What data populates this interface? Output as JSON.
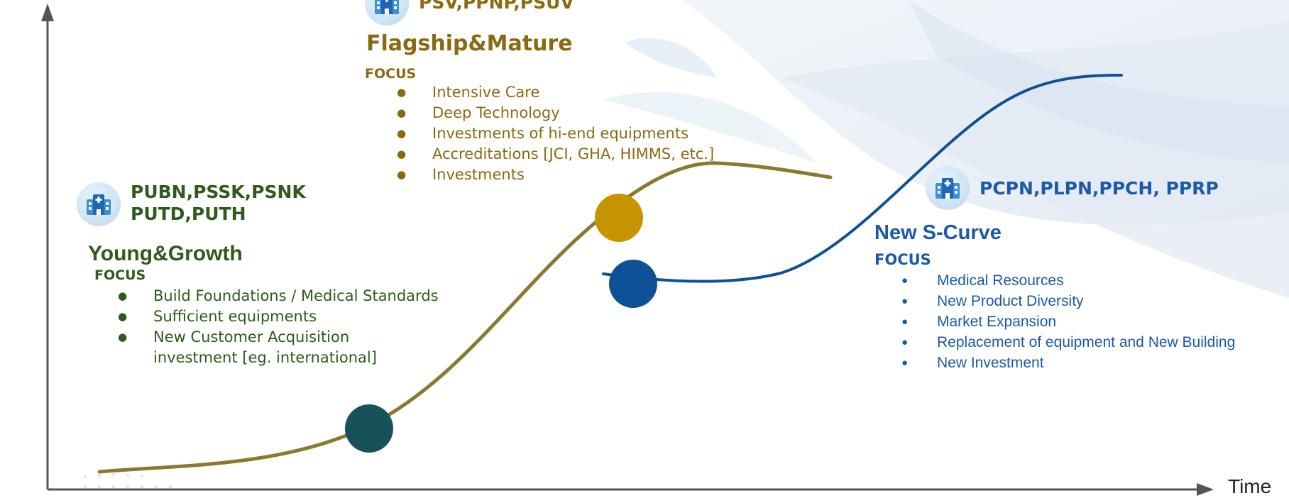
{
  "axis": {
    "x_label": "Time"
  },
  "colors": {
    "olive_curve": "#8a7a2e",
    "blue_curve": "#0f5196",
    "young_text": "#2e5a1c",
    "mature_text": "#8a6a10",
    "new_text": "#1a5aa6",
    "dot_young": "#17525a",
    "dot_mature": "#c69400",
    "dot_new": "#0f5196"
  },
  "stages": {
    "young": {
      "icon": "hospital-icon",
      "hospitals_line1": "PUBN,PSSK,PSNK",
      "hospitals_line2": "PUTD,PUTH",
      "title": "Young&Growth",
      "focus_label": "FOCUS",
      "items": [
        "Build Foundations / Medical Standards",
        "Sufficient equipments",
        "New Customer Acquisition investment [eg. international]"
      ]
    },
    "mature": {
      "icon": "hospital-icon",
      "hospitals": "PSV,PPNP,PSUV",
      "title": "Flagship&Mature",
      "focus_label": "FOCUS",
      "items": [
        "Intensive Care",
        "Deep Technology",
        "Investments of hi-end equipments",
        "Accreditations [JCI, GHA, HIMMS, etc.]",
        "Investments"
      ]
    },
    "new": {
      "icon": "hospital-icon",
      "hospitals": "PCPN,PLPN,PPCH, PPRP",
      "title": "New S-Curve",
      "focus_label": "FOCUS",
      "items": [
        "Medical Resources",
        "New Product Diversity",
        "Market Expansion",
        "Replacement of equipment and New Building",
        "New Investment"
      ]
    }
  }
}
